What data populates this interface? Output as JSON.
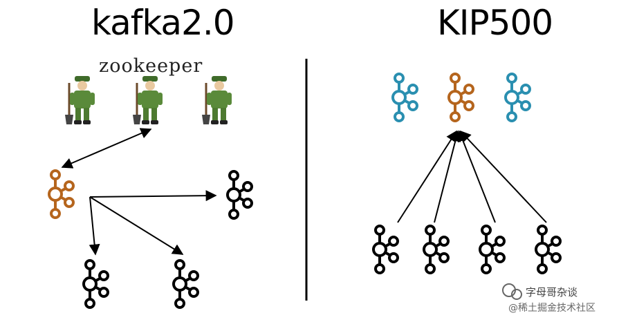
{
  "left_title": "kafka2.0",
  "right_title": "KIP500",
  "zookeeper_label": "zookeeper",
  "watermark": {
    "line1": "字母哥杂谈",
    "line2": "@稀土掘金技术社区"
  },
  "colors": {
    "controller": "#b5651d",
    "standby_controller": "#2a8fb0",
    "broker": "#000000",
    "zookeeper_uniform": "#5a8a3a"
  }
}
